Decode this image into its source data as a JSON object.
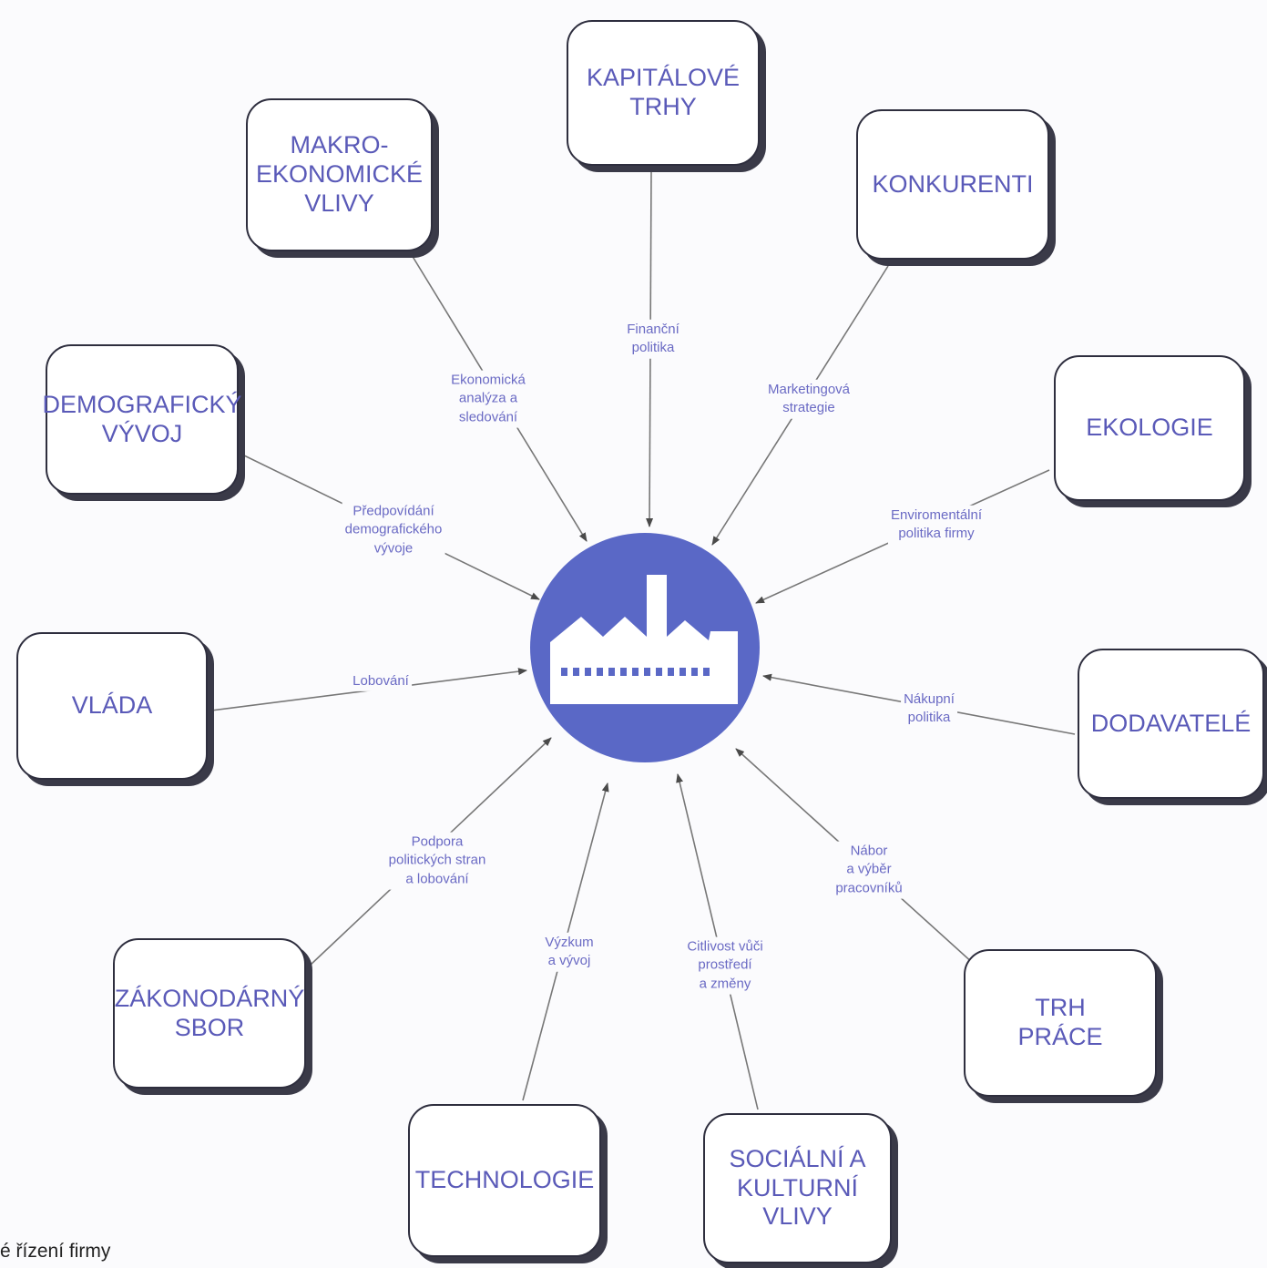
{
  "colors": {
    "hub": "#5a68c6",
    "text": "#5a5ab8",
    "label": "#6a6ac4",
    "line": "#777777",
    "box_border": "#2e2e3e",
    "box_shadow": "#3a3a48"
  },
  "hub": {
    "icon": "factory-icon"
  },
  "nodes": [
    {
      "id": "kapitalove-trhy",
      "label": "KAPITÁLOVÉ\nTRHY",
      "flow": "Finanční\npolitika"
    },
    {
      "id": "konkurenti",
      "label": "KONKURENTI",
      "flow": "Marketingová\nstrategie"
    },
    {
      "id": "ekologie",
      "label": "EKOLOGIE",
      "flow": "Enviromentální\npolitika firmy"
    },
    {
      "id": "dodavatele",
      "label": "DODAVATELÉ",
      "flow": "Nákupní\npolitika"
    },
    {
      "id": "trh-prace",
      "label": "TRH\nPRÁCE",
      "flow": "Nábor\na výběr\npracovníků"
    },
    {
      "id": "socialni-kulturni",
      "label": "SOCIÁLNÍ A\nKULTURNÍ\nVLIVY",
      "flow": "Citlivost vůči\nprostředí\na změny"
    },
    {
      "id": "technologie",
      "label": "TECHNOLOGIE",
      "flow": "Výzkum\na vývoj"
    },
    {
      "id": "zakonodarny-sbor",
      "label": "ZÁKONODÁRNÝ\nSBOR",
      "flow": "Podpora\npolitických stran\na lobování"
    },
    {
      "id": "vlada",
      "label": "VLÁDA",
      "flow": "Lobování"
    },
    {
      "id": "demograficky-vyvoj",
      "label": "DEMOGRAFICKÝ\nVÝVOJ",
      "flow": "Předpovídání\ndemografického\nvývoje"
    },
    {
      "id": "makroekonomicke-vlivy",
      "label": "MAKRO-\nEKONOMICKÉ\nVLIVY",
      "flow": "Ekonomická\nanalýza a\nsledování"
    }
  ],
  "footer": "é řízení firmy"
}
